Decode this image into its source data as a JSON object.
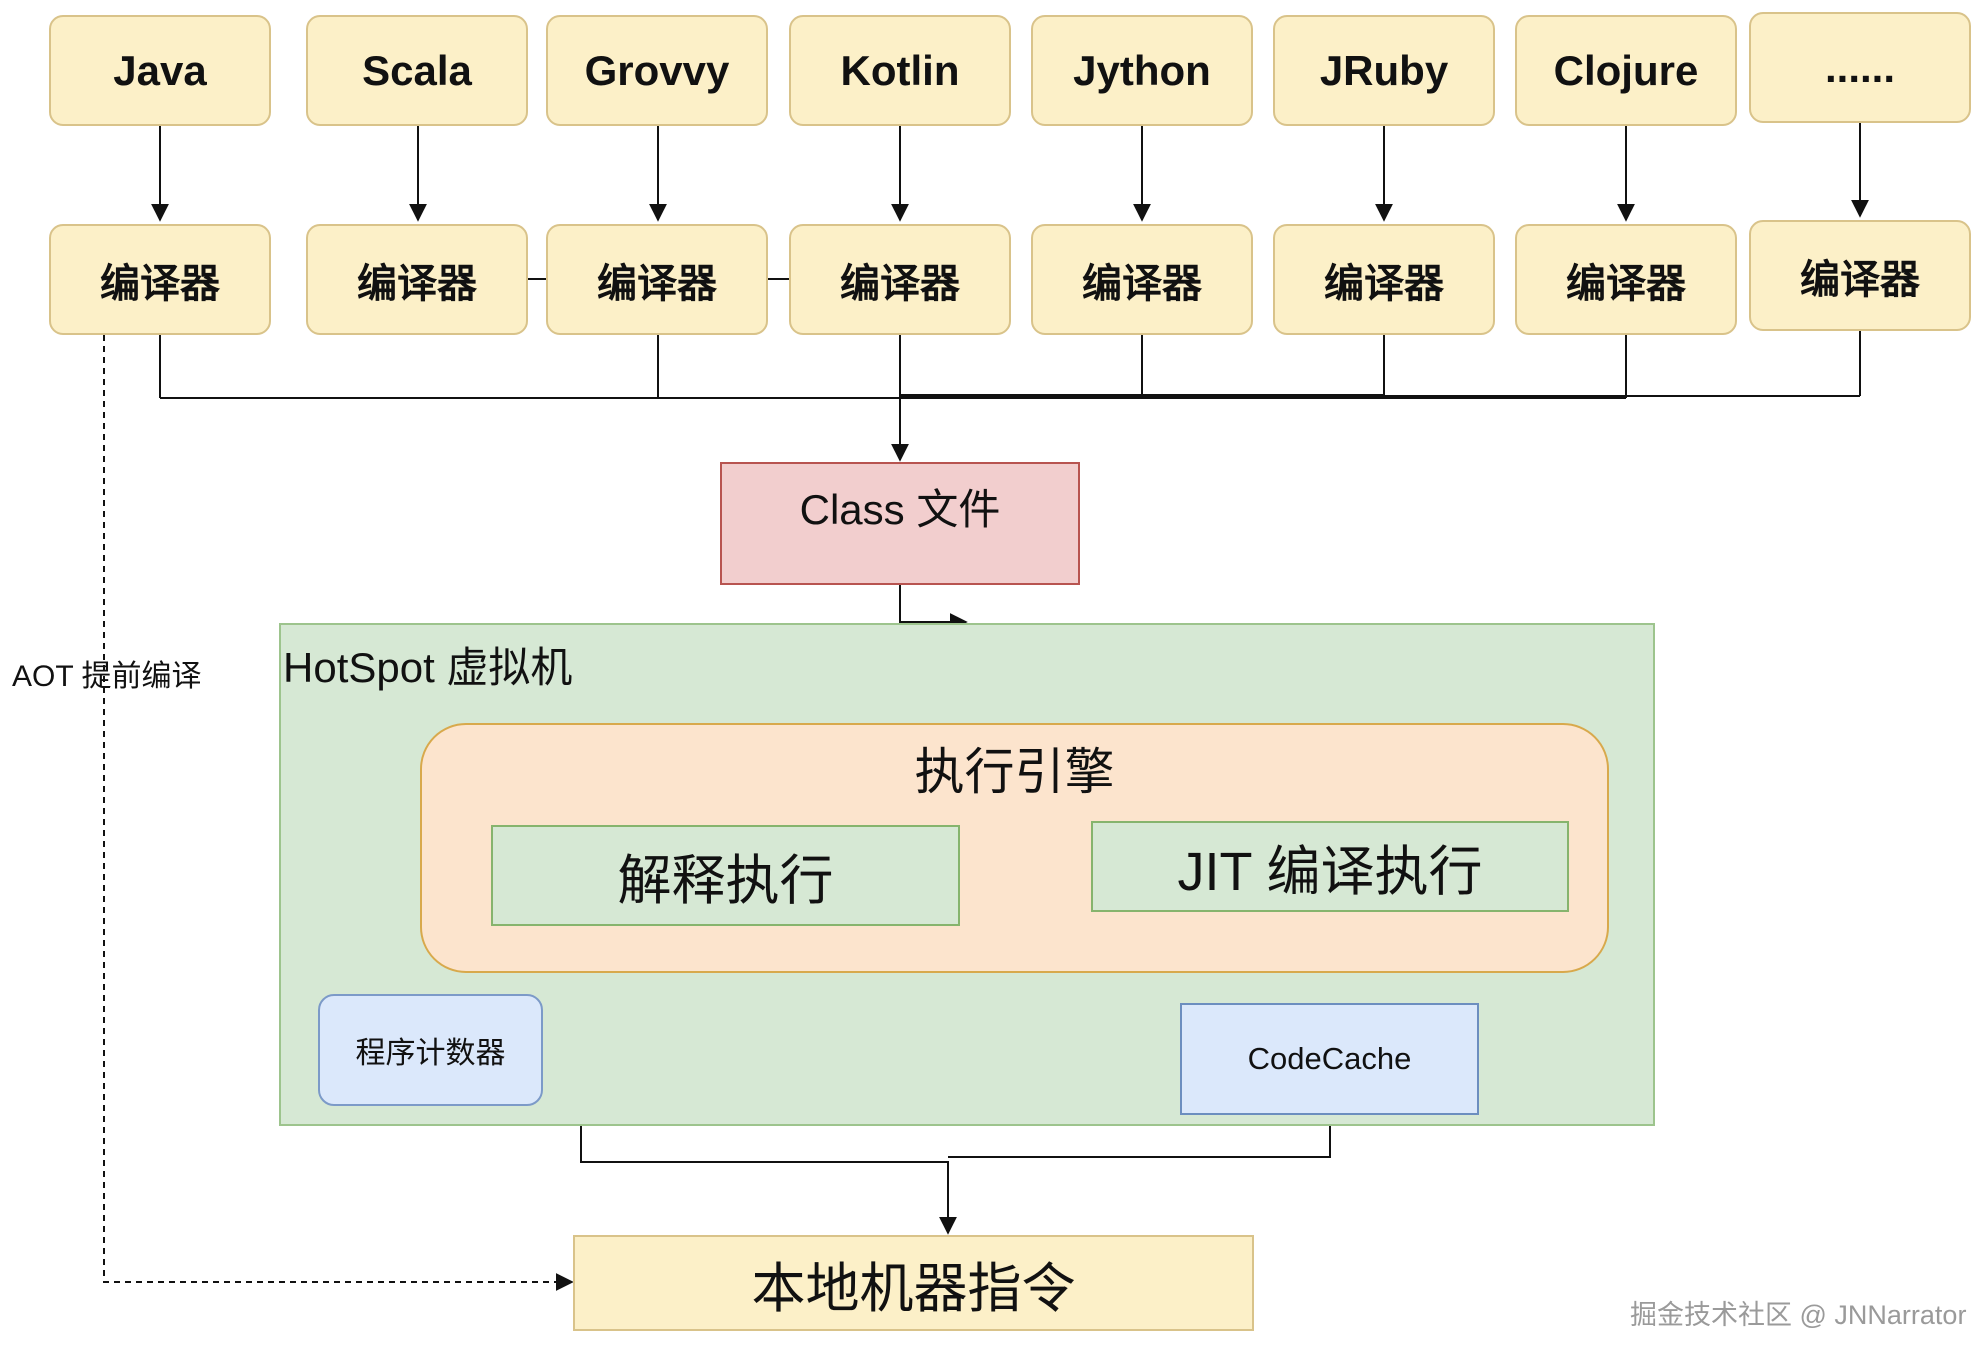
{
  "languages": [
    "Java",
    "Scala",
    "Grovvy",
    "Kotlin",
    "Jython",
    "JRuby",
    "Clojure",
    "......"
  ],
  "compiler_label": "编译器",
  "class_file": "Class 文件",
  "hotspot": {
    "title": "HotSpot 虚拟机",
    "engine": {
      "title": "执行引擎",
      "interpret": "解释执行",
      "jit": "JIT 编译执行"
    },
    "program_counter": "程序计数器",
    "code_cache": "CodeCache"
  },
  "native_code": "本地机器指令",
  "aot_label": "AOT 提前编译",
  "watermark": "掘金技术社区 @ JNNarrator",
  "colors": {
    "language_fill": "#fcf0c8",
    "class_file_fill": "#f2cece",
    "hotspot_fill": "#d6e8d4",
    "engine_fill": "#fce4cd",
    "code_cache_fill": "#dbe8fb"
  }
}
